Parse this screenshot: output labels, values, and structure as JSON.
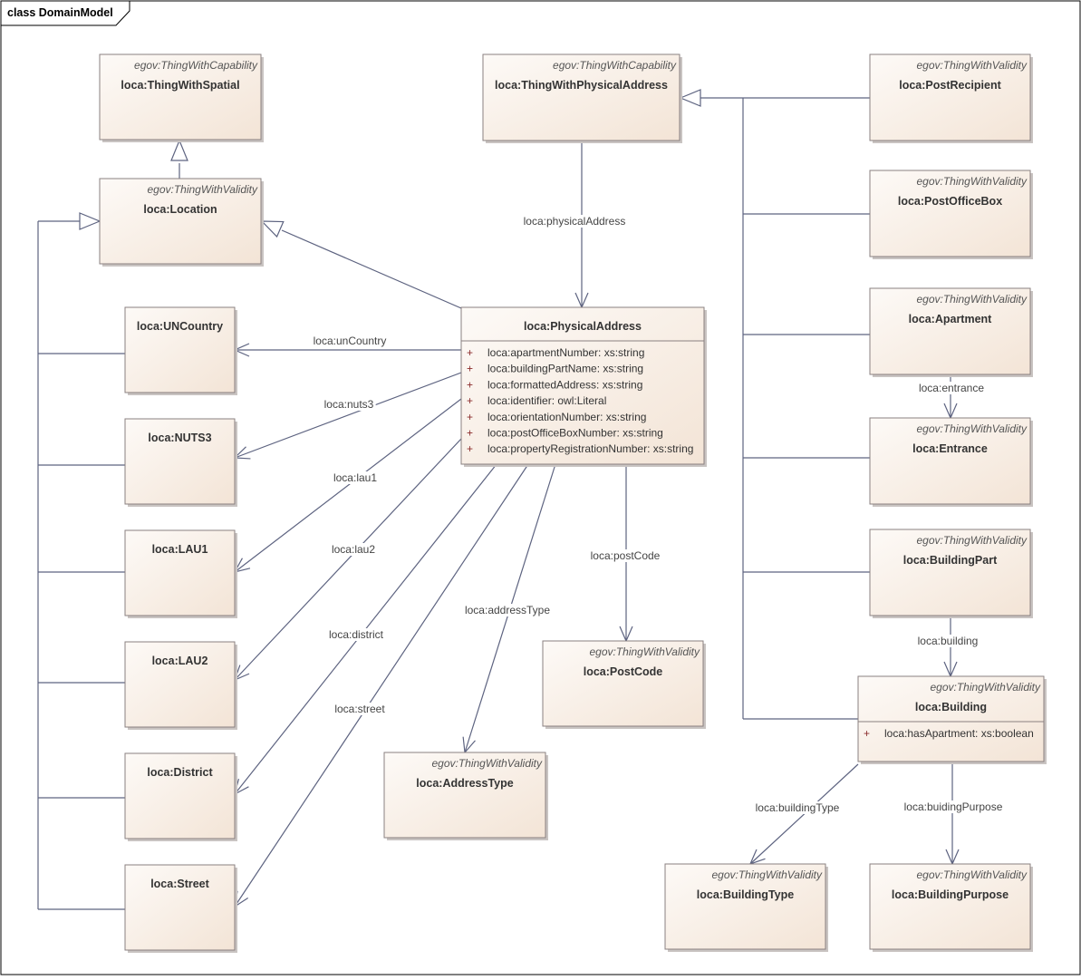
{
  "frame": {
    "title": "class DomainModel"
  },
  "classes": [
    {
      "id": "thingWithSpatial",
      "stereotype": "egov:ThingWithCapability",
      "name": "loca:ThingWithSpatial",
      "attributes": []
    },
    {
      "id": "location",
      "stereotype": "egov:ThingWithValidity",
      "name": "loca:Location",
      "attributes": []
    },
    {
      "id": "unCountry",
      "stereotype": "",
      "name": "loca:UNCountry",
      "attributes": []
    },
    {
      "id": "nuts3",
      "stereotype": "",
      "name": "loca:NUTS3",
      "attributes": []
    },
    {
      "id": "lau1",
      "stereotype": "",
      "name": "loca:LAU1",
      "attributes": []
    },
    {
      "id": "lau2",
      "stereotype": "",
      "name": "loca:LAU2",
      "attributes": []
    },
    {
      "id": "district",
      "stereotype": "",
      "name": "loca:District",
      "attributes": []
    },
    {
      "id": "street",
      "stereotype": "",
      "name": "loca:Street",
      "attributes": []
    },
    {
      "id": "thingWithPhysicalAddress",
      "stereotype": "egov:ThingWithCapability",
      "name": "loca:ThingWithPhysicalAddress",
      "attributes": []
    },
    {
      "id": "physicalAddress",
      "stereotype": "",
      "name": "loca:PhysicalAddress",
      "attributes": [
        "loca:apartmentNumber: xs:string",
        "loca:buildingPartName: xs:string",
        "loca:formattedAddress: xs:string",
        "loca:identifier: owl:Literal",
        "loca:orientationNumber: xs:string",
        "loca:postOfficeBoxNumber: xs:string",
        "loca:propertyRegistrationNumber: xs:string"
      ]
    },
    {
      "id": "postRecipient",
      "stereotype": "egov:ThingWithValidity",
      "name": "loca:PostRecipient",
      "attributes": []
    },
    {
      "id": "postOfficeBox",
      "stereotype": "egov:ThingWithValidity",
      "name": "loca:PostOfficeBox",
      "attributes": []
    },
    {
      "id": "apartment",
      "stereotype": "egov:ThingWithValidity",
      "name": "loca:Apartment",
      "attributes": []
    },
    {
      "id": "entrance",
      "stereotype": "egov:ThingWithValidity",
      "name": "loca:Entrance",
      "attributes": []
    },
    {
      "id": "buildingPart",
      "stereotype": "egov:ThingWithValidity",
      "name": "loca:BuildingPart",
      "attributes": []
    },
    {
      "id": "building",
      "stereotype": "egov:ThingWithValidity",
      "name": "loca:Building",
      "attributes": [
        "loca:hasApartment: xs:boolean"
      ]
    },
    {
      "id": "postCode",
      "stereotype": "egov:ThingWithValidity",
      "name": "loca:PostCode",
      "attributes": []
    },
    {
      "id": "addressType",
      "stereotype": "egov:ThingWithValidity",
      "name": "loca:AddressType",
      "attributes": []
    },
    {
      "id": "buildingType",
      "stereotype": "egov:ThingWithValidity",
      "name": "loca:BuildingType",
      "attributes": []
    },
    {
      "id": "buildingPurpose",
      "stereotype": "egov:ThingWithValidity",
      "name": "loca:BuildingPurpose",
      "attributes": []
    }
  ],
  "associations": [
    {
      "id": "physicalAddress",
      "label": "loca:physicalAddress"
    },
    {
      "id": "unCountry",
      "label": "loca:unCountry"
    },
    {
      "id": "nuts3",
      "label": "loca:nuts3"
    },
    {
      "id": "lau1",
      "label": "loca:lau1"
    },
    {
      "id": "lau2",
      "label": "loca:lau2"
    },
    {
      "id": "district",
      "label": "loca:district"
    },
    {
      "id": "street",
      "label": "loca:street"
    },
    {
      "id": "addressType",
      "label": "loca:addressType"
    },
    {
      "id": "postCode",
      "label": "loca:postCode"
    },
    {
      "id": "entrance",
      "label": "loca:entrance"
    },
    {
      "id": "building",
      "label": "loca:building"
    },
    {
      "id": "buildingType",
      "label": "loca:buildingType"
    },
    {
      "id": "buildingPurpose",
      "label": "loca:buidingPurpose"
    }
  ],
  "colors": {
    "box_top": "#fdfaf7",
    "box_bottom": "#f3e4d6",
    "border": "#8a8080",
    "line": "#5d6380",
    "attr_marker": "#8b2b2b"
  }
}
